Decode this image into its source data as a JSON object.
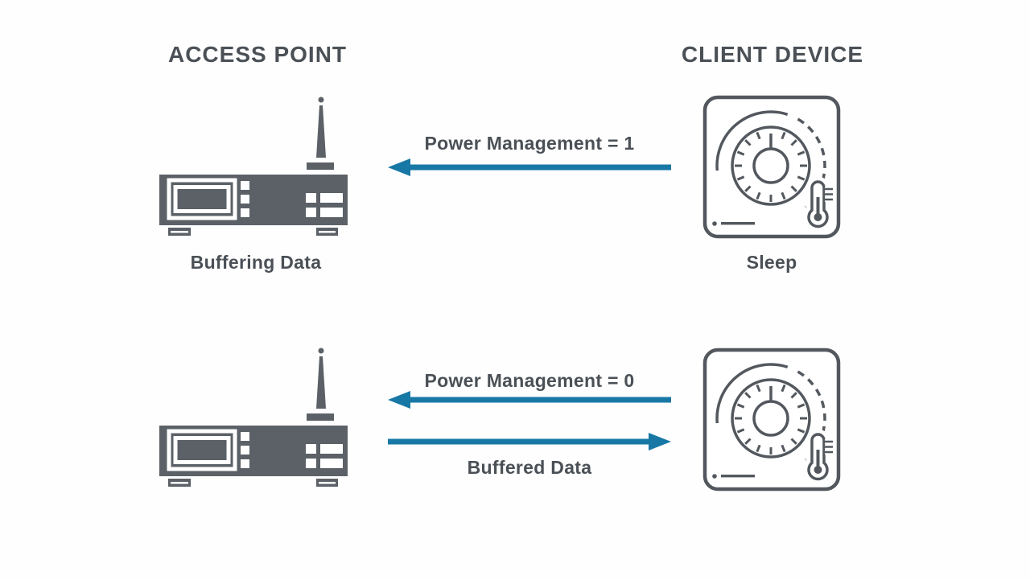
{
  "titles": {
    "access_point": "ACCESS POINT",
    "client_device": "CLIENT DEVICE"
  },
  "top_exchange": {
    "arrow_label": "Power Management = 1",
    "arrow_direction": "left",
    "access_point_state": "Buffering Data",
    "client_state": "Sleep"
  },
  "bottom_exchange": {
    "arrow1_label": "Power Management = 0",
    "arrow1_direction": "left",
    "arrow2_label": "Buffered Data",
    "arrow2_direction": "right"
  },
  "icons": {
    "access_point": "wireless-router-icon",
    "client_device": "thermostat-dial-icon",
    "top_arrow": "arrow-left-icon",
    "bottom_arrow_1": "arrow-left-icon",
    "bottom_arrow_2": "arrow-right-icon"
  },
  "colors": {
    "background": "#fefefe",
    "icon_gray": "#5b6167",
    "outline_gray": "#53585e",
    "text_gray": "#4a5056",
    "arrow_blue": "#1878a5"
  }
}
